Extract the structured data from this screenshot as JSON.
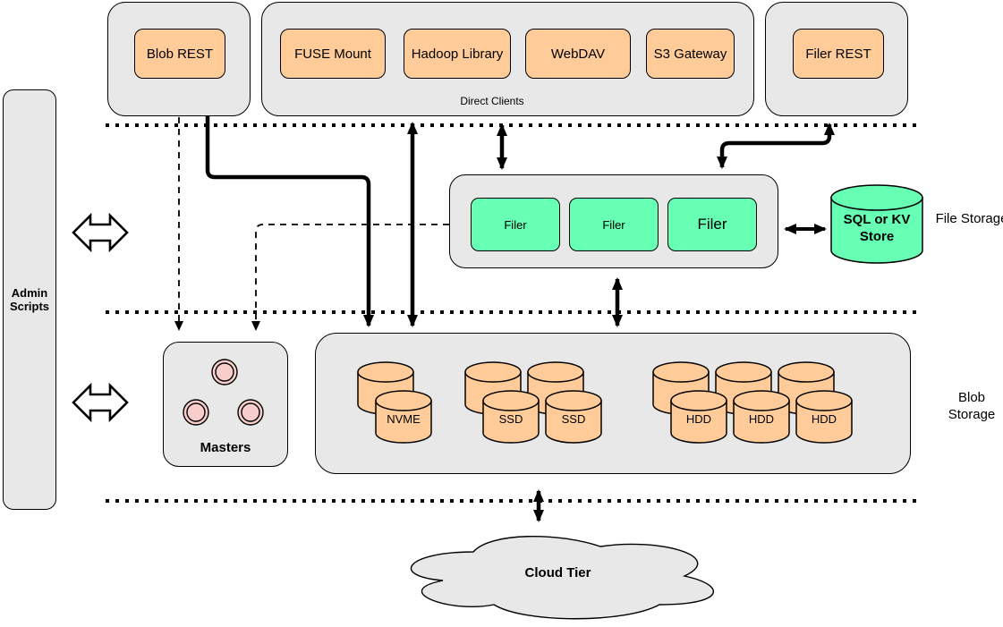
{
  "colors": {
    "container_gray": "#E8E8E8",
    "accent_orange": "#FFCC99",
    "accent_green": "#66FFB3",
    "accent_pink": "#F8CECC",
    "stroke_black": "#000000"
  },
  "admin_panel": {
    "label": "Admin Scripts"
  },
  "clients": {
    "blob_rest": {
      "label": "Blob REST"
    },
    "direct": {
      "label": "Direct Clients",
      "buttons": [
        {
          "label": "FUSE Mount"
        },
        {
          "label": "Hadoop Library"
        },
        {
          "label": "WebDAV"
        },
        {
          "label": "S3 Gateway"
        }
      ]
    },
    "filer_rest": {
      "label": "Filer REST"
    }
  },
  "file_storage": {
    "section_label": "File Storage",
    "filers": [
      {
        "label": "Filer"
      },
      {
        "label": "Filer"
      },
      {
        "label": "Filer"
      }
    ],
    "kv_store": {
      "label": "SQL or KV Store"
    }
  },
  "blob_storage": {
    "section_label": "Blob Storage",
    "masters": {
      "label": "Masters"
    },
    "volumes": [
      {
        "label": "NVME"
      },
      {
        "label": "SSD"
      },
      {
        "label": "SSD"
      },
      {
        "label": "HDD"
      },
      {
        "label": "HDD"
      },
      {
        "label": "HDD"
      }
    ]
  },
  "cloud": {
    "label": "Cloud Tier"
  }
}
